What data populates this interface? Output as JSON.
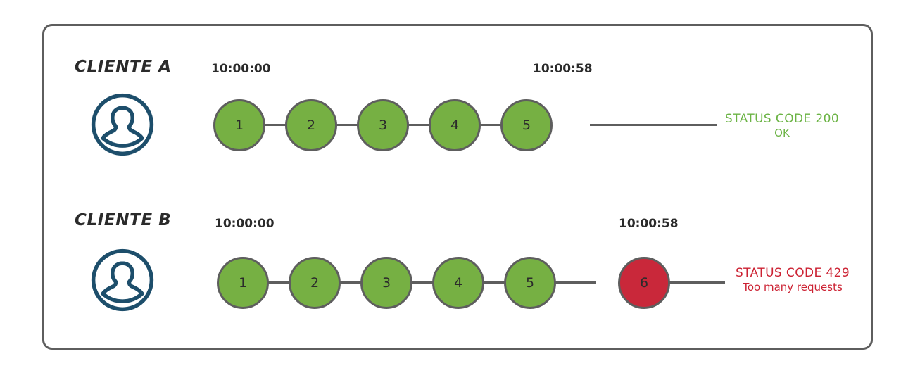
{
  "diagram": {
    "title_present": false,
    "colors": {
      "node_ok": "#76b043",
      "node_error": "#c9283a",
      "node_stroke": "#5e5e5e",
      "frame_stroke": "#5e5e5e",
      "avatar": "#1d4e6b",
      "status_ok_text": "#6bb344",
      "status_error_text": "#cc2233",
      "label_text": "#2b2b2b"
    }
  },
  "rows": [
    {
      "client_label": "CLIENTE A",
      "avatar_icon": "user-avatar-icon",
      "start_time": "10:00:00",
      "end_time": "10:00:58",
      "nodes": [
        {
          "label": "1",
          "state": "ok"
        },
        {
          "label": "2",
          "state": "ok"
        },
        {
          "label": "3",
          "state": "ok"
        },
        {
          "label": "4",
          "state": "ok"
        },
        {
          "label": "5",
          "state": "ok"
        }
      ],
      "status": {
        "state": "ok",
        "main": "STATUS CODE 200",
        "sub": "OK"
      }
    },
    {
      "client_label": "CLIENTE B",
      "avatar_icon": "user-avatar-icon",
      "start_time": "10:00:00",
      "end_time": "10:00:58",
      "nodes": [
        {
          "label": "1",
          "state": "ok"
        },
        {
          "label": "2",
          "state": "ok"
        },
        {
          "label": "3",
          "state": "ok"
        },
        {
          "label": "4",
          "state": "ok"
        },
        {
          "label": "5",
          "state": "ok"
        },
        {
          "label": "6",
          "state": "error"
        }
      ],
      "status": {
        "state": "error",
        "main": "STATUS CODE 429",
        "sub": "Too many requests"
      }
    }
  ]
}
